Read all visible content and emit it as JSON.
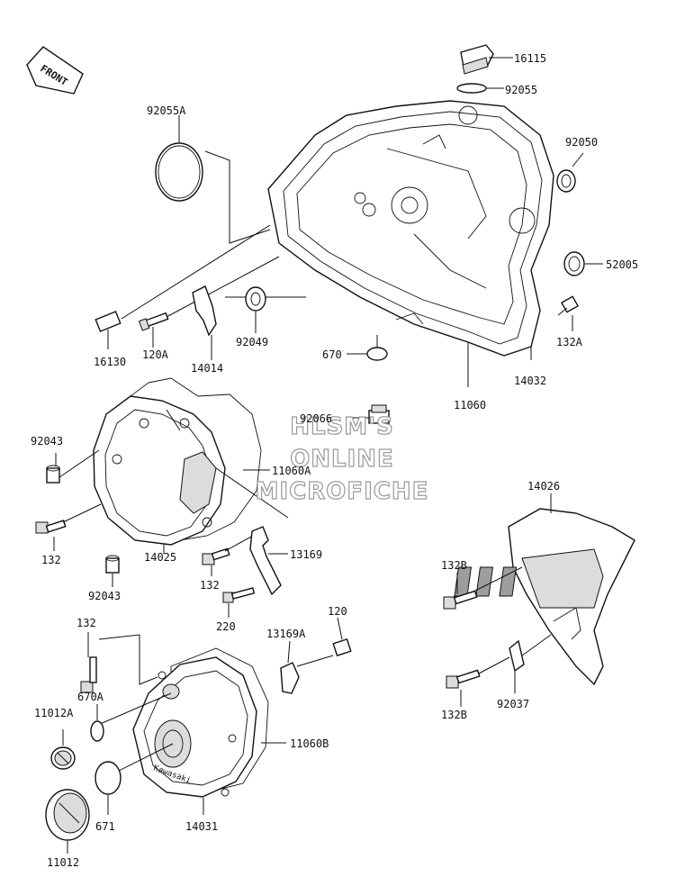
{
  "watermark": {
    "line1": "HLSM'S",
    "line2": "ONLINE",
    "line3": "MICROFICHE"
  },
  "front_badge": "FRONT",
  "cover_logo": "Kawasaki",
  "part_labels": [
    {
      "id": "16115",
      "text": "16115"
    },
    {
      "id": "92055",
      "text": "92055"
    },
    {
      "id": "92055A",
      "text": "92055A"
    },
    {
      "id": "92050",
      "text": "92050"
    },
    {
      "id": "52005",
      "text": "52005"
    },
    {
      "id": "132A",
      "text": "132A"
    },
    {
      "id": "16130",
      "text": "16130"
    },
    {
      "id": "120A",
      "text": "120A"
    },
    {
      "id": "14014",
      "text": "14014"
    },
    {
      "id": "92049",
      "text": "92049"
    },
    {
      "id": "670",
      "text": "670"
    },
    {
      "id": "14032",
      "text": "14032"
    },
    {
      "id": "11060",
      "text": "11060"
    },
    {
      "id": "92066",
      "text": "92066"
    },
    {
      "id": "92043-top",
      "text": "92043"
    },
    {
      "id": "11060A",
      "text": "11060A"
    },
    {
      "id": "132-left",
      "text": "132"
    },
    {
      "id": "14025",
      "text": "14025"
    },
    {
      "id": "92043-bottom",
      "text": "92043"
    },
    {
      "id": "13169",
      "text": "13169"
    },
    {
      "id": "132-mid",
      "text": "132"
    },
    {
      "id": "220",
      "text": "220"
    },
    {
      "id": "14026",
      "text": "14026"
    },
    {
      "id": "132B-top",
      "text": "132B"
    },
    {
      "id": "132-lower",
      "text": "132"
    },
    {
      "id": "120",
      "text": "120"
    },
    {
      "id": "13169A",
      "text": "13169A"
    },
    {
      "id": "670A",
      "text": "670A"
    },
    {
      "id": "11012A",
      "text": "11012A"
    },
    {
      "id": "11060B",
      "text": "11060B"
    },
    {
      "id": "92037",
      "text": "92037"
    },
    {
      "id": "132B-bottom",
      "text": "132B"
    },
    {
      "id": "671",
      "text": "671"
    },
    {
      "id": "14031",
      "text": "14031"
    },
    {
      "id": "11012",
      "text": "11012"
    }
  ]
}
